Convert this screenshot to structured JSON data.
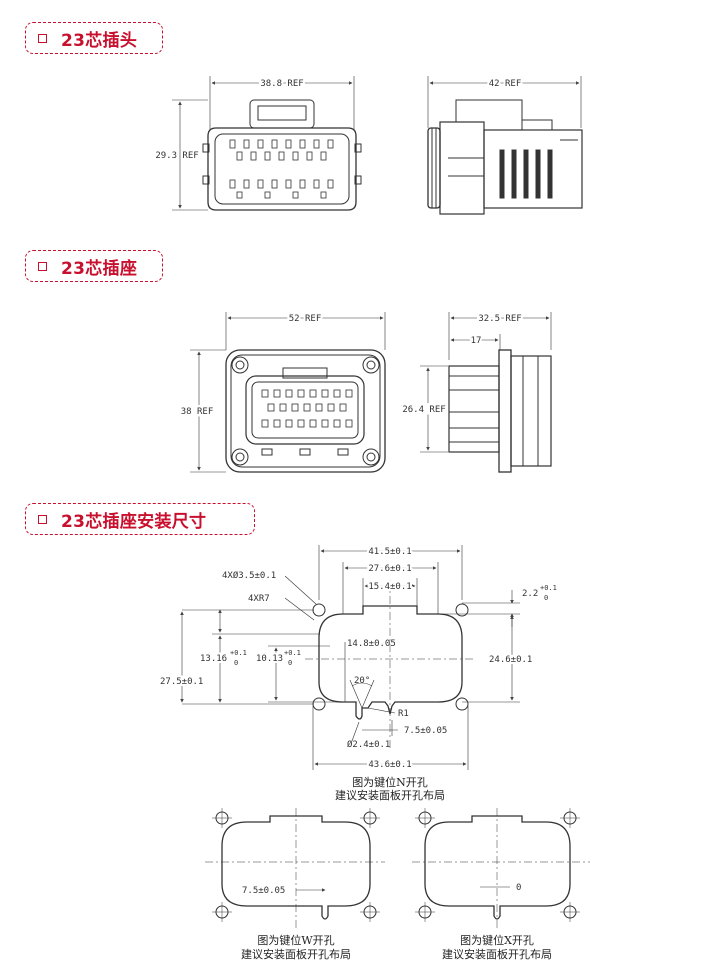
{
  "sections": [
    {
      "title": "23芯插头"
    },
    {
      "title": "23芯插座"
    },
    {
      "title": "23芯插座安装尺寸"
    }
  ],
  "plug": {
    "width_dim": "38.8 REF",
    "height_dim": "29.3 REF",
    "side_dim": "42 REF"
  },
  "socket": {
    "width_dim": "52 REF",
    "height_dim": "38 REF",
    "side_dim": "32.5 REF",
    "side_small_dim": "17",
    "side_height_dim": "26.4 REF"
  },
  "mounting": {
    "dim_415": "41.5±0.1",
    "dim_276": "27.6±0.1",
    "dim_154": "15.4±0.1",
    "hole_dia": "4XØ3.5±0.1",
    "radius": "4XR7",
    "dim_22": "2.2",
    "dim_22_tol_up": "+0.1",
    "dim_22_tol_dn": "0",
    "dim_148": "14.8±0.05",
    "dim_1316": "13.16",
    "dim_1316_up": "+0.1",
    "dim_1316_dn": "0",
    "dim_1013": "10.13",
    "dim_1013_up": "+0.1",
    "dim_1013_dn": "0",
    "dim_246": "24.6±0.1",
    "dim_275": "27.5±0.1",
    "angle": "20°",
    "r1": "R1",
    "dim_75": "7.5±0.05",
    "dim_24": "Ø2.4±0.1",
    "dim_436": "43.6±0.1",
    "caption_n_1": "图为键位N开孔",
    "caption_n_2": "建议安装面板开孔布局"
  },
  "variants": {
    "w_dim": "7.5±0.05",
    "w_caption_1": "图为键位W开孔",
    "w_caption_2": "建议安装面板开孔布局",
    "x_dim": "0",
    "x_caption_1": "图为键位X开孔",
    "x_caption_2": "建议安装面板开孔布局"
  }
}
